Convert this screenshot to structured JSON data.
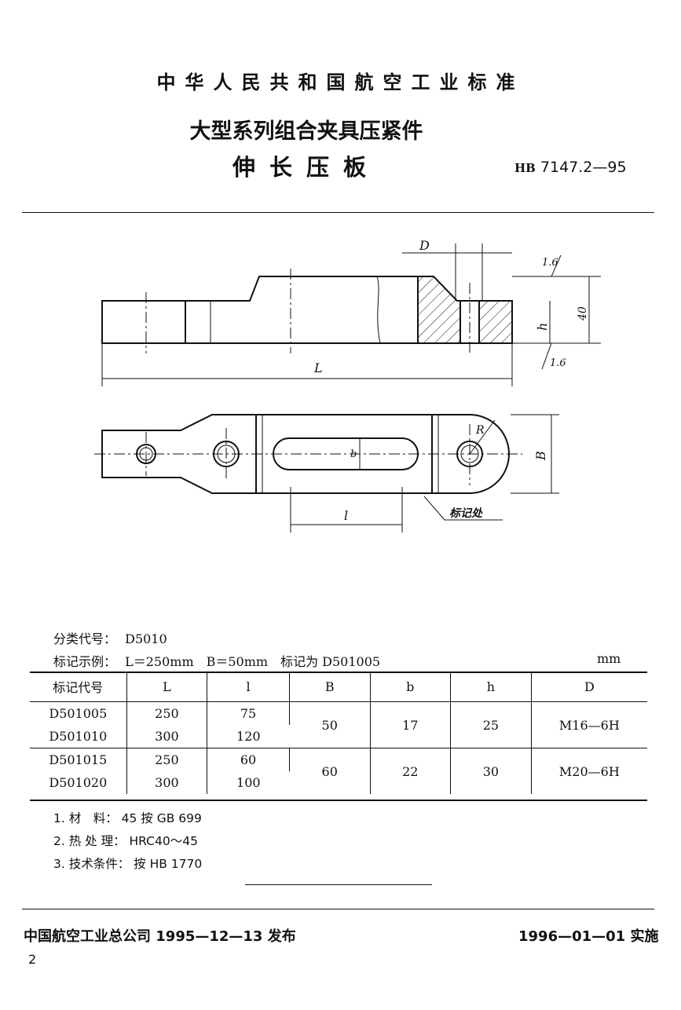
{
  "header": {
    "organization": "中华人民共和国航空工业标准",
    "title_line1": "大型系列组合夹具压紧件",
    "title_line2": "伸长压板",
    "standard_prefix": "HB",
    "standard_number": "7147.2—95"
  },
  "drawing_labels": {
    "D": "D",
    "roughness_top": "1.6",
    "roughness_bottom": "1.6",
    "h": "h",
    "height_40": "40",
    "L": "L",
    "R": "R",
    "b": "b",
    "B": "B",
    "l": "l",
    "mark_position": "标记处"
  },
  "meta": {
    "class_code_label": "分类代号：",
    "class_code": "D5010",
    "example_label": "标记示例：",
    "example_text": "L＝250mm　B＝50mm　标记为 D501005",
    "unit": "mm"
  },
  "table": {
    "headers": [
      "标记代号",
      "L",
      "l",
      "B",
      "b",
      "h",
      "D"
    ],
    "rows": [
      {
        "code": "D501005",
        "L": "250",
        "l": "75"
      },
      {
        "code": "D501010",
        "L": "300",
        "l": "120"
      },
      {
        "code": "D501015",
        "L": "250",
        "l": "60"
      },
      {
        "code": "D501020",
        "L": "300",
        "l": "100"
      }
    ],
    "groups": [
      {
        "B": "50",
        "b": "17",
        "h": "25",
        "D": "M16—6H"
      },
      {
        "B": "60",
        "b": "22",
        "h": "30",
        "D": "M20—6H"
      }
    ]
  },
  "notes": [
    {
      "label": "1. 材　料：",
      "value": "45 按 GB 699"
    },
    {
      "label": "2. 热 处 理：",
      "value": "HRC40～45"
    },
    {
      "label": "3. 技术条件：",
      "value": "按 HB 1770"
    }
  ],
  "footer": {
    "issuer": "中国航空工业总公司 1995—12—13 发布",
    "effective": "1996—01—01 实施",
    "page_number": "2"
  }
}
